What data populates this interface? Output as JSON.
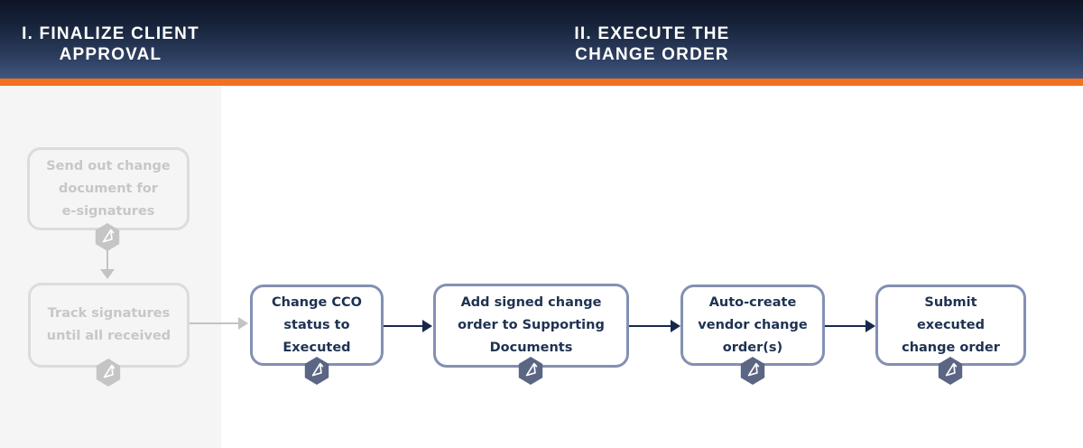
{
  "header": {
    "sections": [
      {
        "label": "I. FINALIZE CLIENT\nAPPROVAL"
      },
      {
        "label": "II. EXECUTE THE\nCHANGE ORDER"
      }
    ],
    "accent_color": "#f4701f"
  },
  "colors": {
    "header_gradient_top": "#0e1626",
    "header_gradient_bottom": "#41567e",
    "accent_orange": "#f4701f",
    "panel_gray": "#f5f5f5",
    "faded_border": "#dcdcdc",
    "faded_text": "#c7c7c7",
    "active_border": "#8390b3",
    "active_text": "#1e3252",
    "arrow_navy": "#16294b",
    "hexagon_active": "#5b6584",
    "hexagon_faded": "#c5c5c5"
  },
  "flow": {
    "faded_steps": [
      {
        "label": "Send out change\ndocument for\ne-signatures",
        "icon": "procore-hexagon-compass-icon"
      },
      {
        "label": "Track signatures\nuntil all received",
        "icon": "procore-hexagon-compass-icon"
      }
    ],
    "active_steps": [
      {
        "label": "Change CCO\nstatus to\nExecuted",
        "icon": "procore-hexagon-compass-icon"
      },
      {
        "label": "Add signed change\norder to Supporting\nDocuments",
        "icon": "procore-hexagon-compass-icon"
      },
      {
        "label": "Auto-create\nvendor change\norder(s)",
        "icon": "procore-hexagon-compass-icon"
      },
      {
        "label": "Submit\nexecuted\nchange order",
        "icon": "procore-hexagon-compass-icon"
      }
    ]
  }
}
